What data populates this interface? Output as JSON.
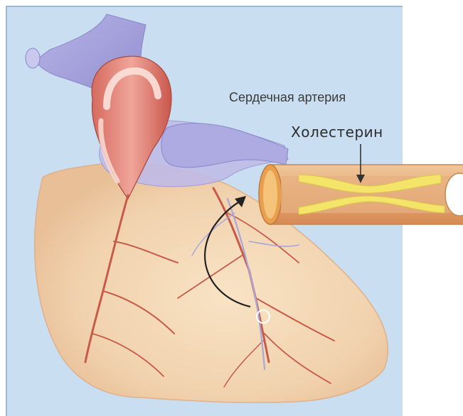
{
  "labels": {
    "artery": "Сердечная артерия",
    "cholesterol": "Холестерин"
  },
  "icons": {
    "heart": "heart-illustration",
    "artery_section": "artery-cross-section",
    "pointer_arrow": "curved-arrow",
    "plaque_arrow": "down-arrow"
  },
  "colors": {
    "background": "#c9def0",
    "heart": "#f3d9b8",
    "vessels": "#c85a4a",
    "veins": "#a9a6dc",
    "plaque": "#f4e46a",
    "artery_wall": "#e3a36a"
  }
}
